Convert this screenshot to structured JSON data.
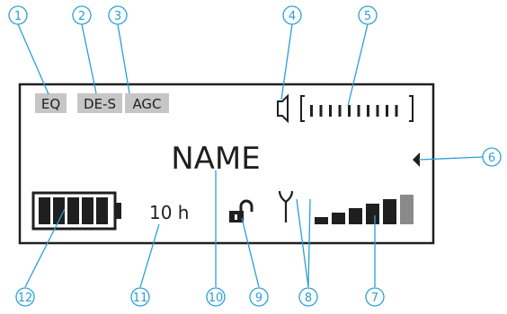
{
  "display": {
    "badges": {
      "eq": "EQ",
      "des": "DE-S",
      "agc": "AGC"
    },
    "name": "NAME",
    "battery_time": "10 h",
    "rf_signal_bars_lit": 5,
    "rf_signal_bars_total": 6,
    "audio_level_ticks": 10
  },
  "callouts": {
    "c1": "1",
    "c2": "2",
    "c3": "3",
    "c4": "4",
    "c5": "5",
    "c6": "6",
    "c7": "7",
    "c8": "8",
    "c9": "9",
    "c10": "10",
    "c11": "11",
    "c12": "12"
  },
  "colors": {
    "callout": "#2a9fd6",
    "badge_bg": "#c6c6c6",
    "lcd_ink": "#1f1f1f",
    "signal_dim": "#8a8a8a"
  }
}
